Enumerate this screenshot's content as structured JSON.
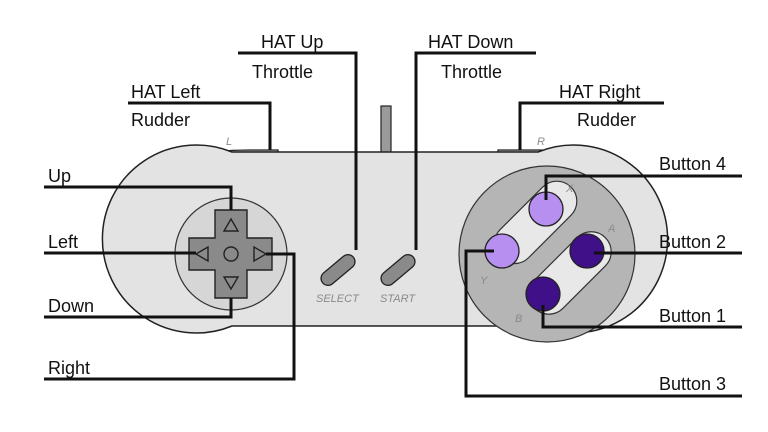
{
  "labels": {
    "hat_up": "HAT Up",
    "throttle_up": "Throttle",
    "hat_down": "HAT Down",
    "throttle_down": "Throttle",
    "hat_left": "HAT Left",
    "rudder_left": "Rudder",
    "hat_right": "HAT Right",
    "rudder_right": "Rudder",
    "up": "Up",
    "left": "Left",
    "down": "Down",
    "right": "Right",
    "button_4": "Button 4",
    "button_2": "Button 2",
    "button_1": "Button 1",
    "button_3": "Button 3"
  },
  "controller": {
    "shoulder_left": "L",
    "shoulder_right": "R",
    "select": "SELECT",
    "start": "START",
    "face_x": "X",
    "face_a": "A",
    "face_b": "B",
    "face_y": "Y"
  },
  "colors": {
    "body": "#e3e3e3",
    "dpad": "#8a8a8a",
    "button_light": "#b68ff0",
    "button_dark": "#3f1088"
  }
}
